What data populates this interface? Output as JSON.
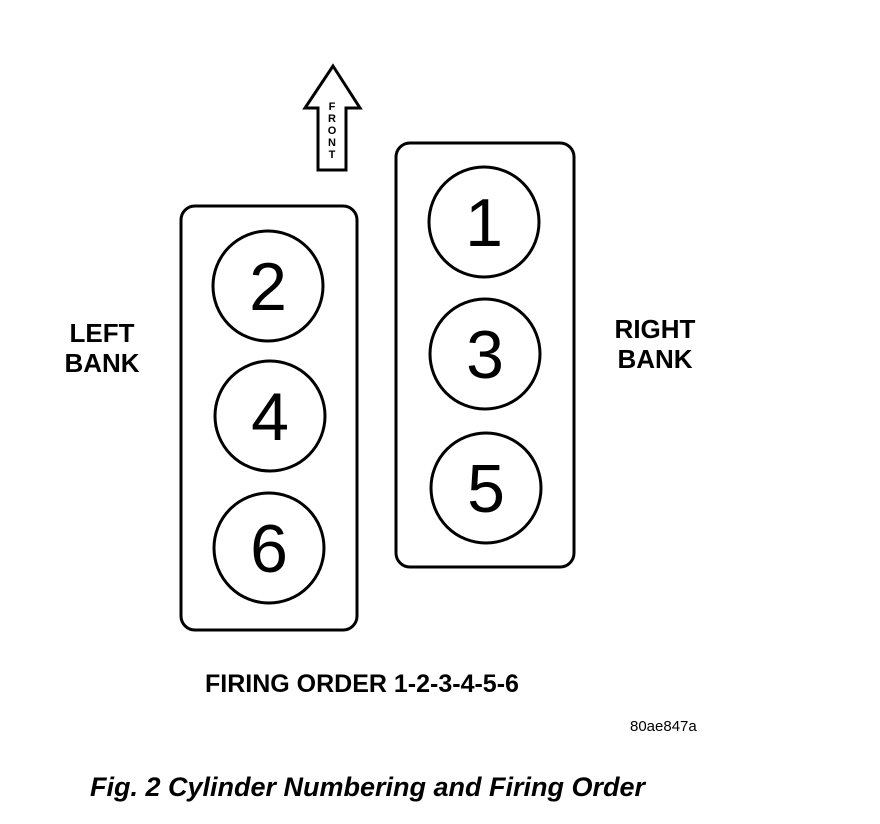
{
  "front_arrow": {
    "label": "FRONT",
    "icon": "up-arrow-icon"
  },
  "left_bank": {
    "label_line1": "LEFT",
    "label_line2": "BANK",
    "cylinders": [
      "2",
      "4",
      "6"
    ]
  },
  "right_bank": {
    "label_line1": "RIGHT",
    "label_line2": "BANK",
    "cylinders": [
      "1",
      "3",
      "5"
    ]
  },
  "firing_order": "FIRING ORDER 1-2-3-4-5-6",
  "reference_code": "80ae847a",
  "caption": "Fig. 2 Cylinder Numbering and Firing Order"
}
